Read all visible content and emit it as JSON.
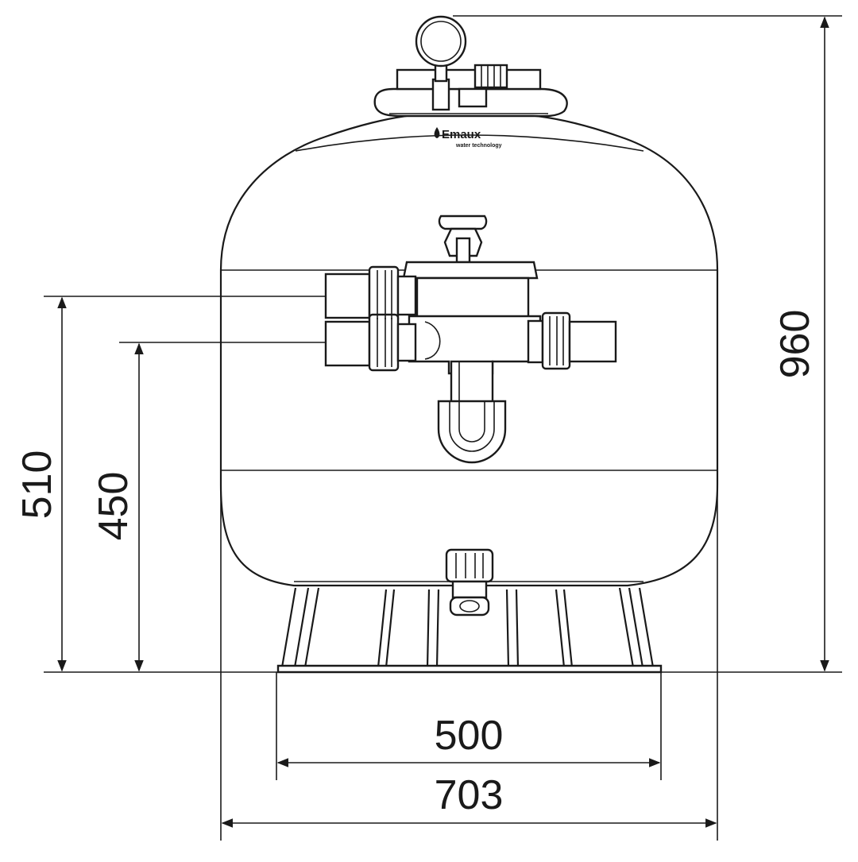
{
  "dimensions": {
    "overall_height": "960",
    "upper_port_height": "510",
    "lower_port_height": "450",
    "base_width": "500",
    "tank_width": "703"
  },
  "brand": {
    "name": "Emaux",
    "tagline": "water technology"
  },
  "colors": {
    "line": "#1a1a1a",
    "background": "#ffffff"
  }
}
